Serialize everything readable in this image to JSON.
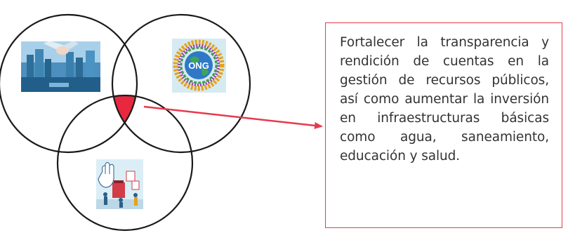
{
  "diagram": {
    "circles": [
      {
        "id": "sector-privado",
        "icon": "business-handshake-icon"
      },
      {
        "id": "ong",
        "icon": "ong-globe-icon",
        "badge": "ONG"
      },
      {
        "id": "sociedad-civil",
        "icon": "citizen-protest-icon"
      }
    ],
    "intersection_color": "#e8283f",
    "arrow_color": "#e63a4e"
  },
  "callout": {
    "text": "Fortalecer la transparencia y rendición de cuentas en la gestión de recursos públicos, así como aumentar la inversión en infraestructuras básicas como agua, saneamiento, educación y salud.",
    "border_color": "#e63a4e"
  }
}
